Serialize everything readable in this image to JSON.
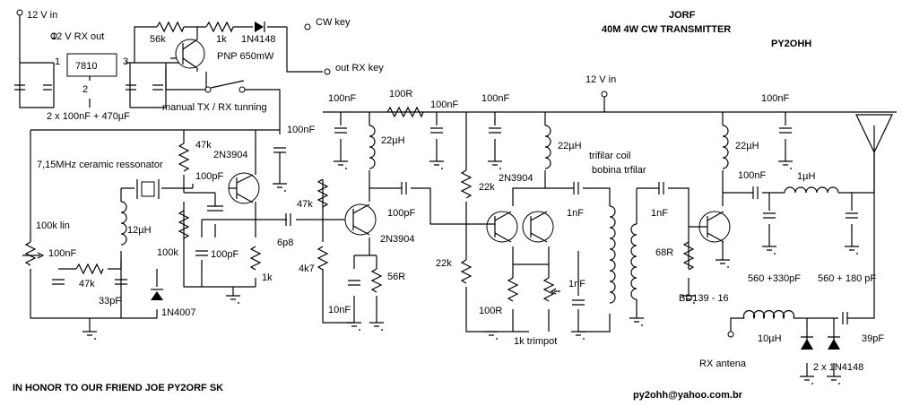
{
  "title": {
    "line1": "JORF",
    "line2": "40M 4W CW TRANSMITTER",
    "line3": "PY2OHH"
  },
  "labels": {
    "v12_in_left": "12 V in",
    "v12_rx_out": "12 V RX out",
    "pin1": "1",
    "pin2": "2",
    "pin3": "3",
    "reg": "7810",
    "caps_note": "2 x 100nF + 470µF",
    "r56k": "56k",
    "r1k_top": "1k",
    "d1n4148_top": "1N4148",
    "cw_key": "CW key",
    "pnp": "PNP 650mW",
    "out_rx_key": "out RX key",
    "manual_tx": "manual TX / RX tunning",
    "c100nf_a": "100nF",
    "r47k_a": "47k",
    "q1": "2N3904",
    "crystal": "7,15MHz ceramic ressonator",
    "c100pf_a": "100pF",
    "l12uh": "12µH",
    "pot100k": "100k lin",
    "c100nf_b": "100nF",
    "r47k_b": "47k",
    "c33pf": "33pF",
    "d1n4007": "1N4007",
    "r100k": "100k",
    "c100pf_b": "100pF",
    "r1k_mid": "1k",
    "c6p8": "6p8",
    "c100nf_c": "100nF",
    "r100r_top": "100R",
    "c100nf_d": "100nF",
    "l22uh_a": "22µH",
    "r47k_c": "47k",
    "c100pf_c": "100pF",
    "q2": "2N3904",
    "r4k7": "4k7",
    "c10nf": "10nF",
    "r56r": "56R",
    "c100nf_e": "100nF",
    "v12_in_right": "12 V in",
    "l22uh_b": "22µH",
    "trifilar1": "trifilar coil",
    "trifilar2": "bobina trfilar",
    "r22k_a": "22k",
    "q3": "2N3904",
    "c1nf_a": "1nF",
    "r22k_b": "22k",
    "r100r_bot": "100R",
    "c1nf_b": "1nF",
    "trimpot": "1k trimpot",
    "c1nf_c": "1nF",
    "r68r": "68R",
    "bd139": "BD139 - 16",
    "c100nf_f": "100nF",
    "l22uh_c": "22µH",
    "c100nf_g": "100nF",
    "l1uh": "1µH",
    "c560_330": "560 +330pF",
    "c560_180": "560 + 180 pF",
    "l10uh": "10µH",
    "rx_antena": "RX antena",
    "d2x1n4148": "2 x 1N4148",
    "c39pf": "39pF"
  },
  "footer": {
    "honor": "IN HONOR TO OUR FRIEND  JOE   PY2ORF  SK",
    "email": "py2ohh@yahoo.com.br"
  }
}
